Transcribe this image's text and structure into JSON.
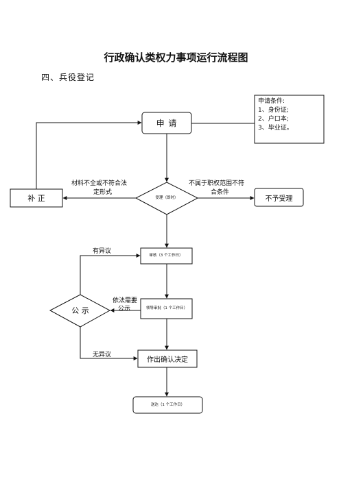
{
  "title": "行政确认类权力事项运行流程图",
  "subtitle": "四、兵役登记",
  "nodes": {
    "apply": "申  请",
    "conditions_title": "申请条件:",
    "conditions": [
      "1、身份证;",
      "2、户口本;",
      "3、毕业证。"
    ],
    "correct": "补  正",
    "accept": "受理（即时）",
    "reject": "不予受理",
    "review": "审核（3 个工作日）",
    "approve": "领导审批（1 个工作日）",
    "publicity": "公  示",
    "decision": "作出确认决定",
    "deliver": "送达（1 个工作日）"
  },
  "edges": {
    "incomplete": "材料不全或不符合法定形式",
    "incomplete_line1": "材料不全或不符合法",
    "incomplete_line2": "定形式",
    "out_of_scope_line1": "不属于职权范围不符",
    "out_of_scope_line2": "合条件",
    "objection": "有异议",
    "need_publicity_line1": "依法需要",
    "need_publicity_line2": "公示",
    "no_objection": "无异议"
  }
}
